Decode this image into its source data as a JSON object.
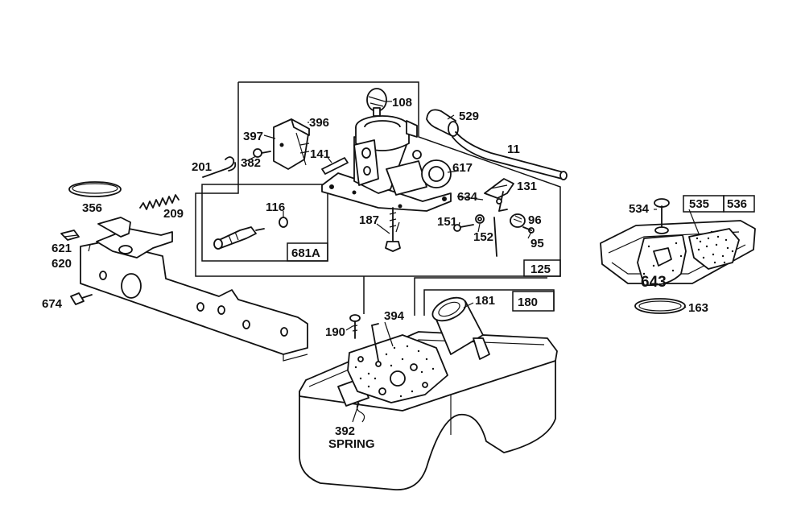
{
  "labels": {
    "p108": "108",
    "p396": "396",
    "p397": "397",
    "p382": "382",
    "p141": "141",
    "p529": "529",
    "p11": "11",
    "p201": "201",
    "p617": "617",
    "p131": "131",
    "p634": "634",
    "p116": "116",
    "p187": "187",
    "p151": "151",
    "p152": "152",
    "p96": "96",
    "p95": "95",
    "p681a": "681A",
    "p125": "125",
    "p356": "356",
    "p209": "209",
    "p621": "621",
    "p620": "620",
    "p674": "674",
    "p190": "190",
    "p394": "394",
    "p181": "181",
    "p180": "180",
    "p392": "392",
    "spring": "SPRING",
    "p534": "534",
    "p535": "535",
    "p536": "536",
    "p643": "643",
    "p163": "163"
  }
}
